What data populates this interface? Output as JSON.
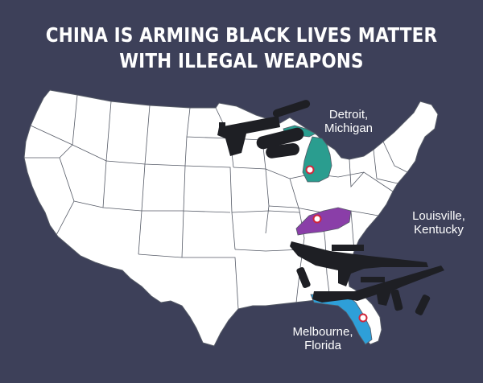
{
  "headline": {
    "line1": "CHINA IS ARMING BLACK LIVES MATTER",
    "line2": "WITH ILLEGAL WEAPONS"
  },
  "colors": {
    "background": "#3d4059",
    "land": "#ffffff",
    "state_borders": "#555a66",
    "michigan": "#2a9d8f",
    "kentucky": "#8a3ea8",
    "florida": "#2e9fd8",
    "marker": "#d0263b",
    "weapon": "#1e1f24"
  },
  "locations": [
    {
      "id": "michigan",
      "line1": "Detroit,",
      "line2": "Michigan"
    },
    {
      "id": "kentucky",
      "line1": "Louisville,",
      "line2": "Kentucky"
    },
    {
      "id": "florida",
      "line1": "Melbourne,",
      "line2": "Florida"
    }
  ],
  "icons": {
    "pistol": "pistol-icon",
    "suppressor": "suppressor-icon",
    "rifle": "assault-rifle-icon",
    "magazine": "magazine-icon",
    "marker": "location-marker-icon"
  }
}
